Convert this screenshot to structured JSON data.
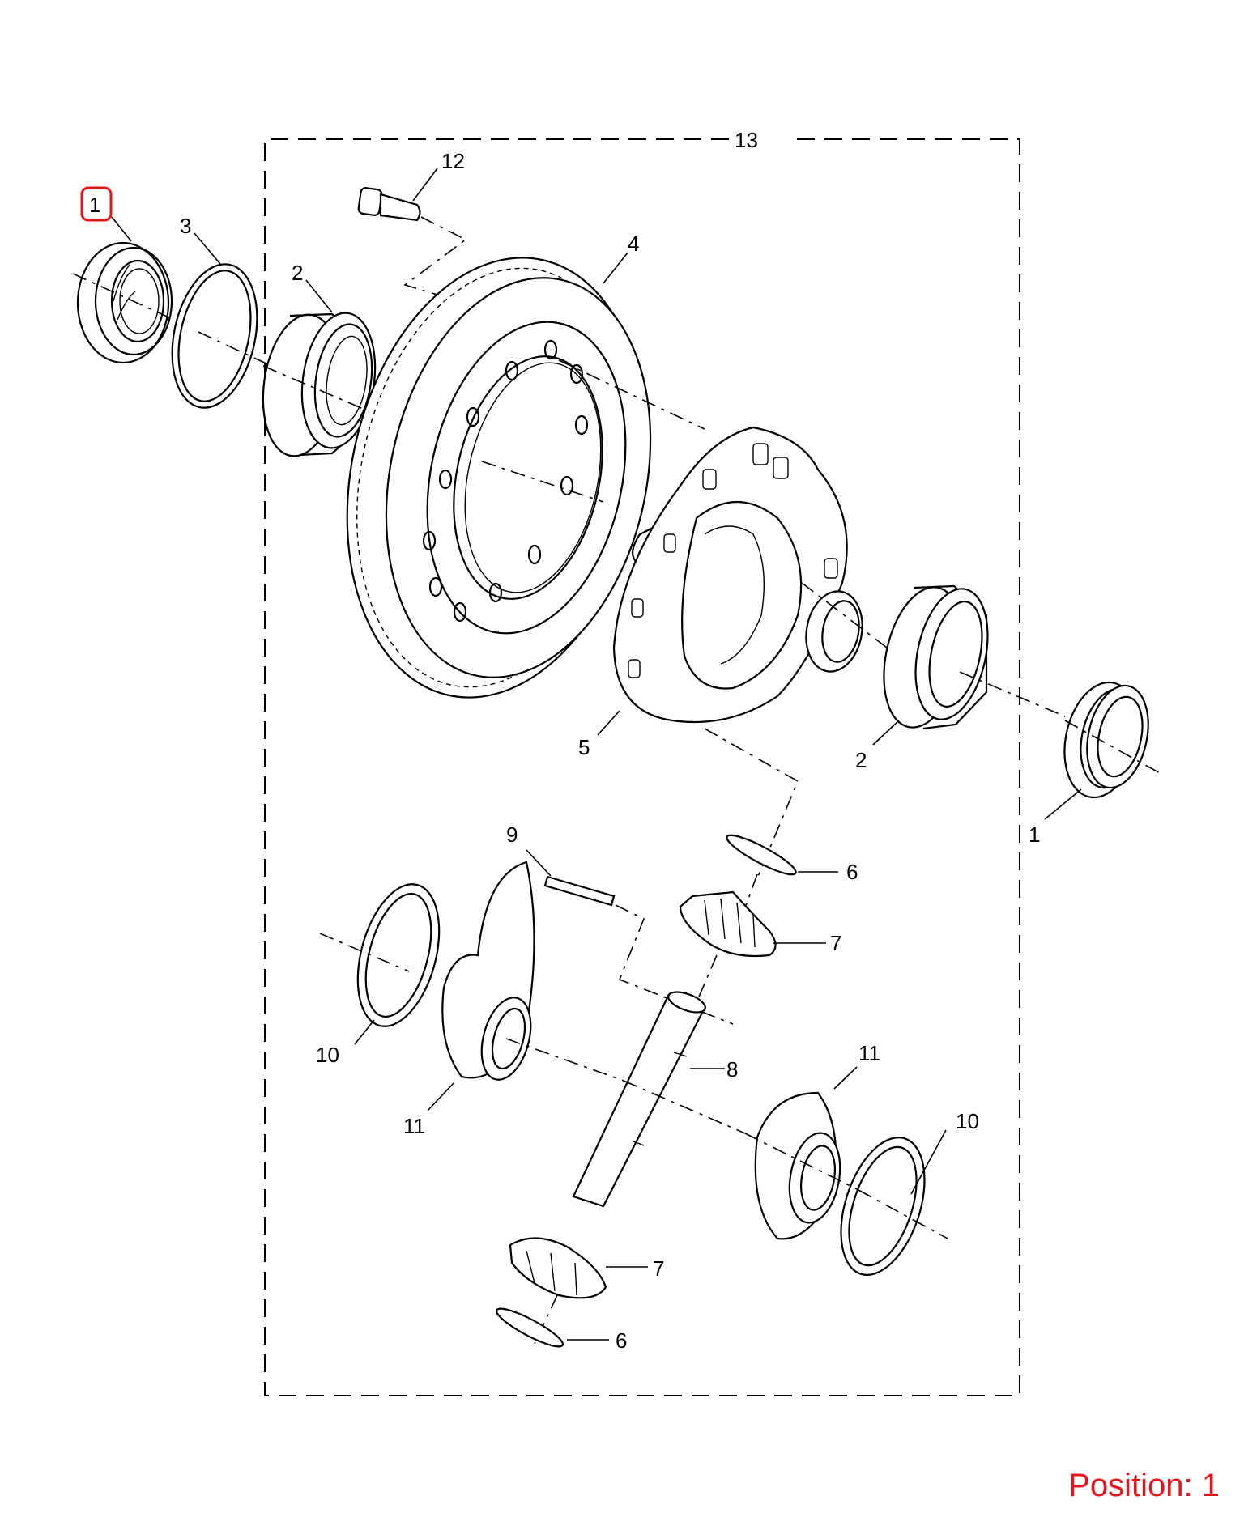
{
  "callouts": {
    "c1_left": "1",
    "c3": "3",
    "c2_left": "2",
    "c12": "12",
    "c13": "13",
    "c4": "4",
    "c5": "5",
    "c2_right": "2",
    "c1_right": "1",
    "c9": "9",
    "c6_top": "6",
    "c7_top": "7",
    "c10_left": "10",
    "c11_left": "11",
    "c8": "8",
    "c11_right": "11",
    "c10_right": "10",
    "c7_bottom": "7",
    "c6_bottom": "6"
  },
  "position_label": "Position: 1",
  "colors": {
    "highlight": "#e8141c",
    "ink": "#000000"
  }
}
